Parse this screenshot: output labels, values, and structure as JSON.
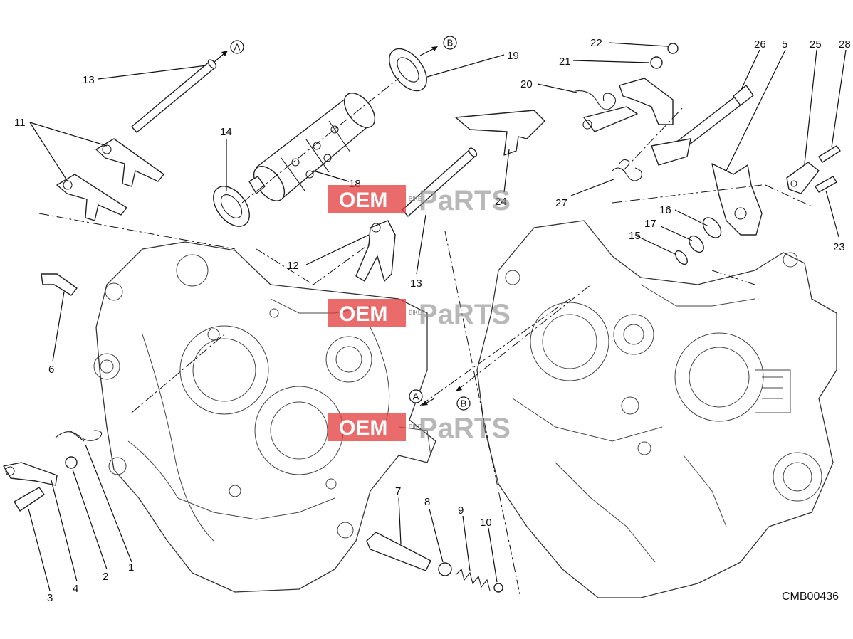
{
  "diagram_code": "CMB00436",
  "watermark": {
    "part1": "OEM",
    "part2": "BIKE",
    "part3": "PaRTS"
  },
  "references": {
    "a": "A",
    "b": "B"
  },
  "labels": {
    "l1": "1",
    "l2": "2",
    "l3": "3",
    "l4": "4",
    "l5": "5",
    "l6": "6",
    "l7": "7",
    "l8": "8",
    "l9": "9",
    "l10": "10",
    "l11": "11",
    "l12": "12",
    "l13a": "13",
    "l13b": "13",
    "l14": "14",
    "l15": "15",
    "l16": "16",
    "l17": "17",
    "l18": "18",
    "l19": "19",
    "l20": "20",
    "l21": "21",
    "l22": "22",
    "l23": "23",
    "l24": "24",
    "l25": "25",
    "l26": "26",
    "l27": "27",
    "l28": "28"
  },
  "colors": {
    "watermark_red": "#e23a3a",
    "watermark_grey": "#8a8a8a",
    "line": "#222222"
  }
}
